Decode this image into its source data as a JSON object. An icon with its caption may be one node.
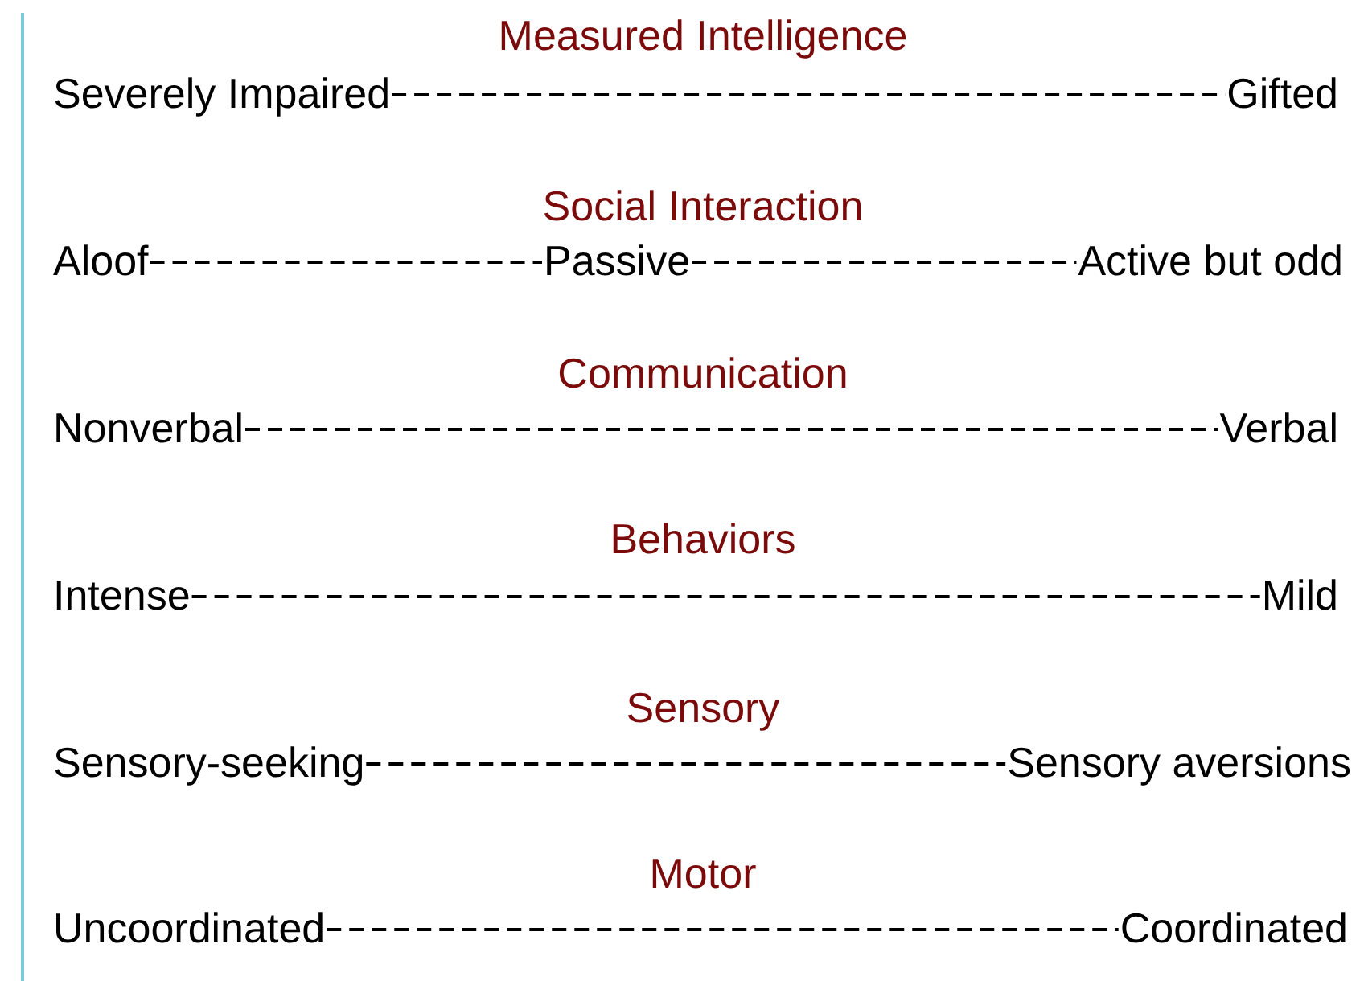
{
  "diagram": {
    "nodes": [
      {
        "text": [
          "Severely Impaired"
        ]
      },
      {
        "text": [
          "Gifted"
        ]
      },
      {
        "text": [
          "Aloof"
        ]
      },
      {
        "text": [
          "Passive"
        ]
      },
      {
        "text": [
          "Active but odd"
        ]
      },
      {
        "text": [
          "Nonverbal"
        ]
      },
      {
        "text": [
          "Verbal"
        ]
      },
      {
        "text": [
          "Intense"
        ]
      },
      {
        "text": [
          "Mild"
        ]
      },
      {
        "text": [
          "Sensory-seeking"
        ]
      },
      {
        "text": [
          "Sensory aversions"
        ]
      },
      {
        "text": [
          "Uncoordinated"
        ]
      },
      {
        "text": [
          "Coordinated"
        ]
      }
    ],
    "edges": [
      {
        "from": 0,
        "to": 1,
        "arrow": "none",
        "style": "dashed"
      },
      {
        "from": 2,
        "to": 3,
        "arrow": "none",
        "style": "dashed"
      },
      {
        "from": 3,
        "to": 4,
        "arrow": "none",
        "style": "dashed"
      },
      {
        "from": 5,
        "to": 6,
        "arrow": "none",
        "style": "dashed"
      },
      {
        "from": 7,
        "to": 8,
        "arrow": "none",
        "style": "dashed"
      },
      {
        "from": 9,
        "to": 10,
        "arrow": "none",
        "style": "dashed"
      },
      {
        "from": 11,
        "to": 12,
        "arrow": "none",
        "style": "dashed"
      }
    ],
    "labels": [
      "Measured Intelligence",
      "Social Interaction",
      "Communication",
      "Behaviors",
      "Sensory",
      "Motor"
    ]
  }
}
